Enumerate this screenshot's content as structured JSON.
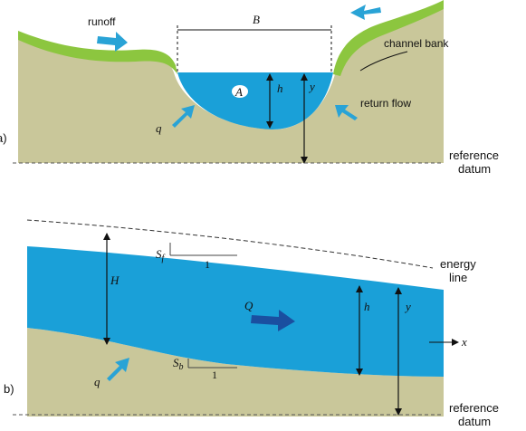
{
  "panel_a": {
    "tag": "a)",
    "runoff": "runoff",
    "width_symbol": "B",
    "channel_bank": "channel bank",
    "area_symbol": "A",
    "h_symbol": "h",
    "y_symbol": "y",
    "q_symbol": "q",
    "return_flow": "return flow",
    "reference_line1": "reference",
    "reference_line2": "datum"
  },
  "panel_b": {
    "tag": "b)",
    "sf_symbol": "S",
    "sf_sub": "f",
    "sf_run": "1",
    "energy_line1": "energy",
    "energy_line2": "line",
    "H_symbol": "H",
    "Q_symbol": "Q",
    "h_symbol": "h",
    "y_symbol": "y",
    "x_symbol": "x",
    "sb_symbol": "S",
    "sb_sub": "b",
    "sb_run": "1",
    "q_symbol": "q",
    "reference_line1": "reference",
    "reference_line2": "datum"
  },
  "colors": {
    "soil": "#c9c79a",
    "grass": "#8cc63f",
    "water": "#1aa0d8",
    "arrow": "#29a3d6",
    "flow_arrow": "#1a4fa0"
  }
}
